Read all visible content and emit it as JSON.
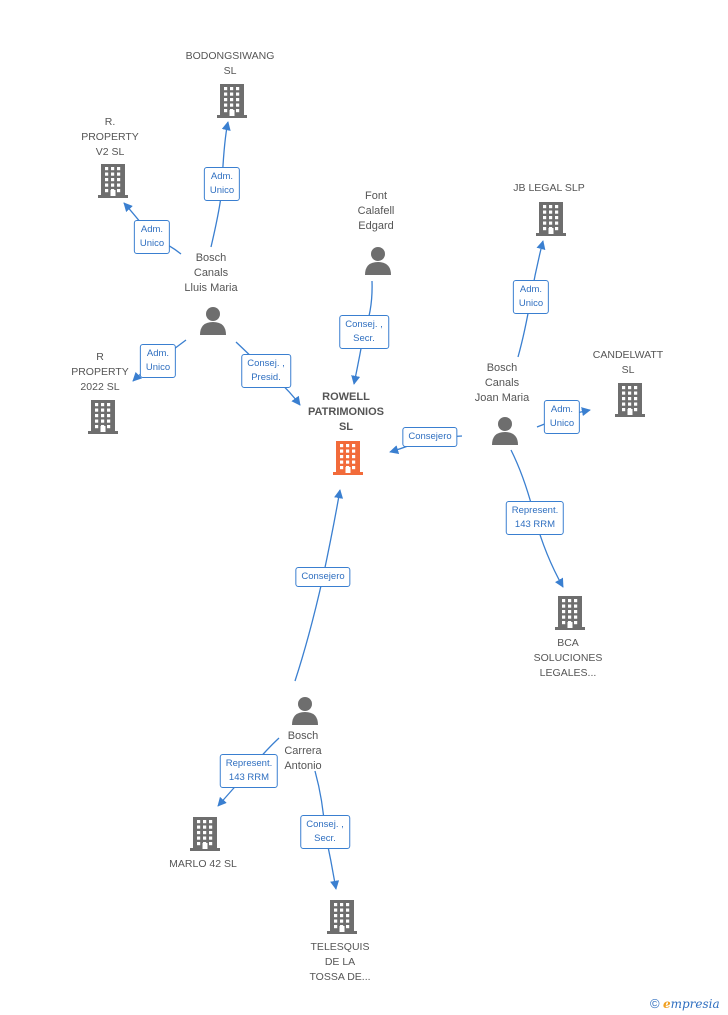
{
  "nodes": [
    {
      "id": "bodongsiwang",
      "type": "company",
      "lines": [
        "BODONGSIWANG",
        "SL"
      ]
    },
    {
      "id": "r_property_v2",
      "type": "company",
      "lines": [
        "R.",
        "PROPERTY",
        "V2  SL"
      ]
    },
    {
      "id": "r_property_2022",
      "type": "company",
      "lines": [
        "R",
        "PROPERTY",
        "2022  SL"
      ]
    },
    {
      "id": "jb_legal",
      "type": "company",
      "lines": [
        "JB LEGAL  SLP"
      ]
    },
    {
      "id": "candelwatt",
      "type": "company",
      "lines": [
        "CANDELWATT",
        "SL"
      ]
    },
    {
      "id": "rowell",
      "type": "company-main",
      "lines": [
        "ROWELL",
        "PATRIMONIOS",
        "SL"
      ]
    },
    {
      "id": "bca",
      "type": "company",
      "lines": [
        "BCA",
        "SOLUCIONES",
        "LEGALES..."
      ]
    },
    {
      "id": "marlo",
      "type": "company",
      "lines": [
        "MARLO 42 SL"
      ]
    },
    {
      "id": "telesquis",
      "type": "company",
      "lines": [
        "TELESQUIS",
        "DE LA",
        "TOSSA DE..."
      ]
    },
    {
      "id": "font_calafell",
      "type": "person",
      "lines": [
        "Font",
        "Calafell",
        "Edgard"
      ]
    },
    {
      "id": "bosch_lluis",
      "type": "person",
      "lines": [
        "Bosch",
        "Canals",
        "Lluis Maria"
      ]
    },
    {
      "id": "bosch_joan",
      "type": "person",
      "lines": [
        "Bosch",
        "Canals",
        "Joan Maria"
      ]
    },
    {
      "id": "bosch_antonio",
      "type": "person",
      "lines": [
        "Bosch",
        "Carrera",
        "Antonio"
      ]
    }
  ],
  "edges": [
    {
      "from": "bosch_lluis",
      "to": "bodongsiwang",
      "lines": [
        "Adm.",
        "Unico"
      ]
    },
    {
      "from": "bosch_lluis",
      "to": "r_property_v2",
      "lines": [
        "Adm.",
        "Unico"
      ]
    },
    {
      "from": "bosch_lluis",
      "to": "r_property_2022",
      "lines": [
        "Adm.",
        "Unico"
      ]
    },
    {
      "from": "bosch_lluis",
      "to": "rowell",
      "lines": [
        "Consej. ,",
        "Presid."
      ]
    },
    {
      "from": "font_calafell",
      "to": "rowell",
      "lines": [
        "Consej. ,",
        "Secr."
      ]
    },
    {
      "from": "bosch_joan",
      "to": "jb_legal",
      "lines": [
        "Adm.",
        "Unico"
      ]
    },
    {
      "from": "bosch_joan",
      "to": "candelwatt",
      "lines": [
        "Adm.",
        "Unico"
      ]
    },
    {
      "from": "bosch_joan",
      "to": "rowell",
      "lines": [
        "Consejero"
      ]
    },
    {
      "from": "bosch_joan",
      "to": "bca",
      "lines": [
        "Represent.",
        "143 RRM"
      ]
    },
    {
      "from": "bosch_antonio",
      "to": "rowell",
      "lines": [
        "Consejero"
      ]
    },
    {
      "from": "bosch_antonio",
      "to": "marlo",
      "lines": [
        "Represent.",
        "143 RRM"
      ]
    },
    {
      "from": "bosch_antonio",
      "to": "telesquis",
      "lines": [
        "Consej. ,",
        "Secr."
      ]
    }
  ],
  "colors": {
    "company": "#6e6e6e",
    "main": "#f26b3a",
    "person": "#6e6e6e",
    "edge": "#3a7fd0"
  },
  "icons": {
    "company": "building-icon",
    "person": "person-icon"
  },
  "brand": {
    "symbol": "©",
    "first_letter": "e",
    "rest": "mpresia"
  }
}
